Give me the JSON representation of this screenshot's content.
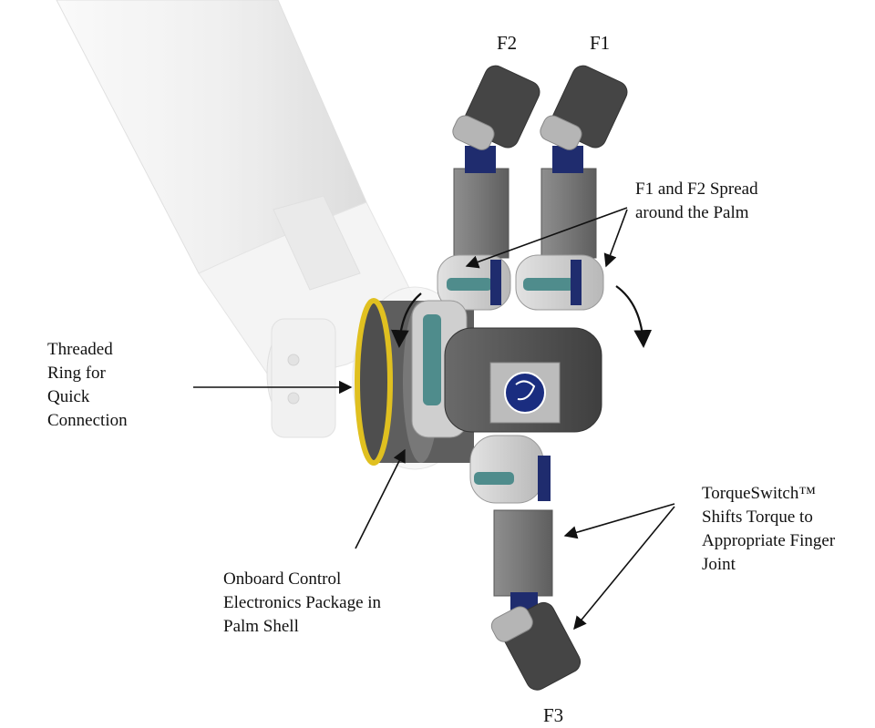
{
  "fingers": {
    "f1": "F1",
    "f2": "F2",
    "f3": "F3"
  },
  "callouts": {
    "spread": [
      "F1 and F2 Spread",
      "around the Palm"
    ],
    "threaded_ring": [
      "Threaded",
      "Ring for",
      "Quick",
      "Connection"
    ],
    "electronics": [
      "Onboard Control",
      "Electronics Package in",
      "Palm Shell"
    ],
    "torqueswitch": [
      "TorqueSwitch™",
      "Shifts Torque to",
      "Appropriate Finger",
      "Joint"
    ]
  },
  "colors": {
    "finger_dark": "#454545",
    "finger_mid": "#7e7e7e",
    "palm_body": "#5a5a5a",
    "ring_gold": "#e0c020",
    "joint_teal": "#4f8c8c",
    "joint_blue": "#1f2c6e",
    "arm_white": "#f1f1f1",
    "logo_blue": "#1a2d80"
  },
  "icons": {
    "logo": "circular-logo-icon"
  }
}
